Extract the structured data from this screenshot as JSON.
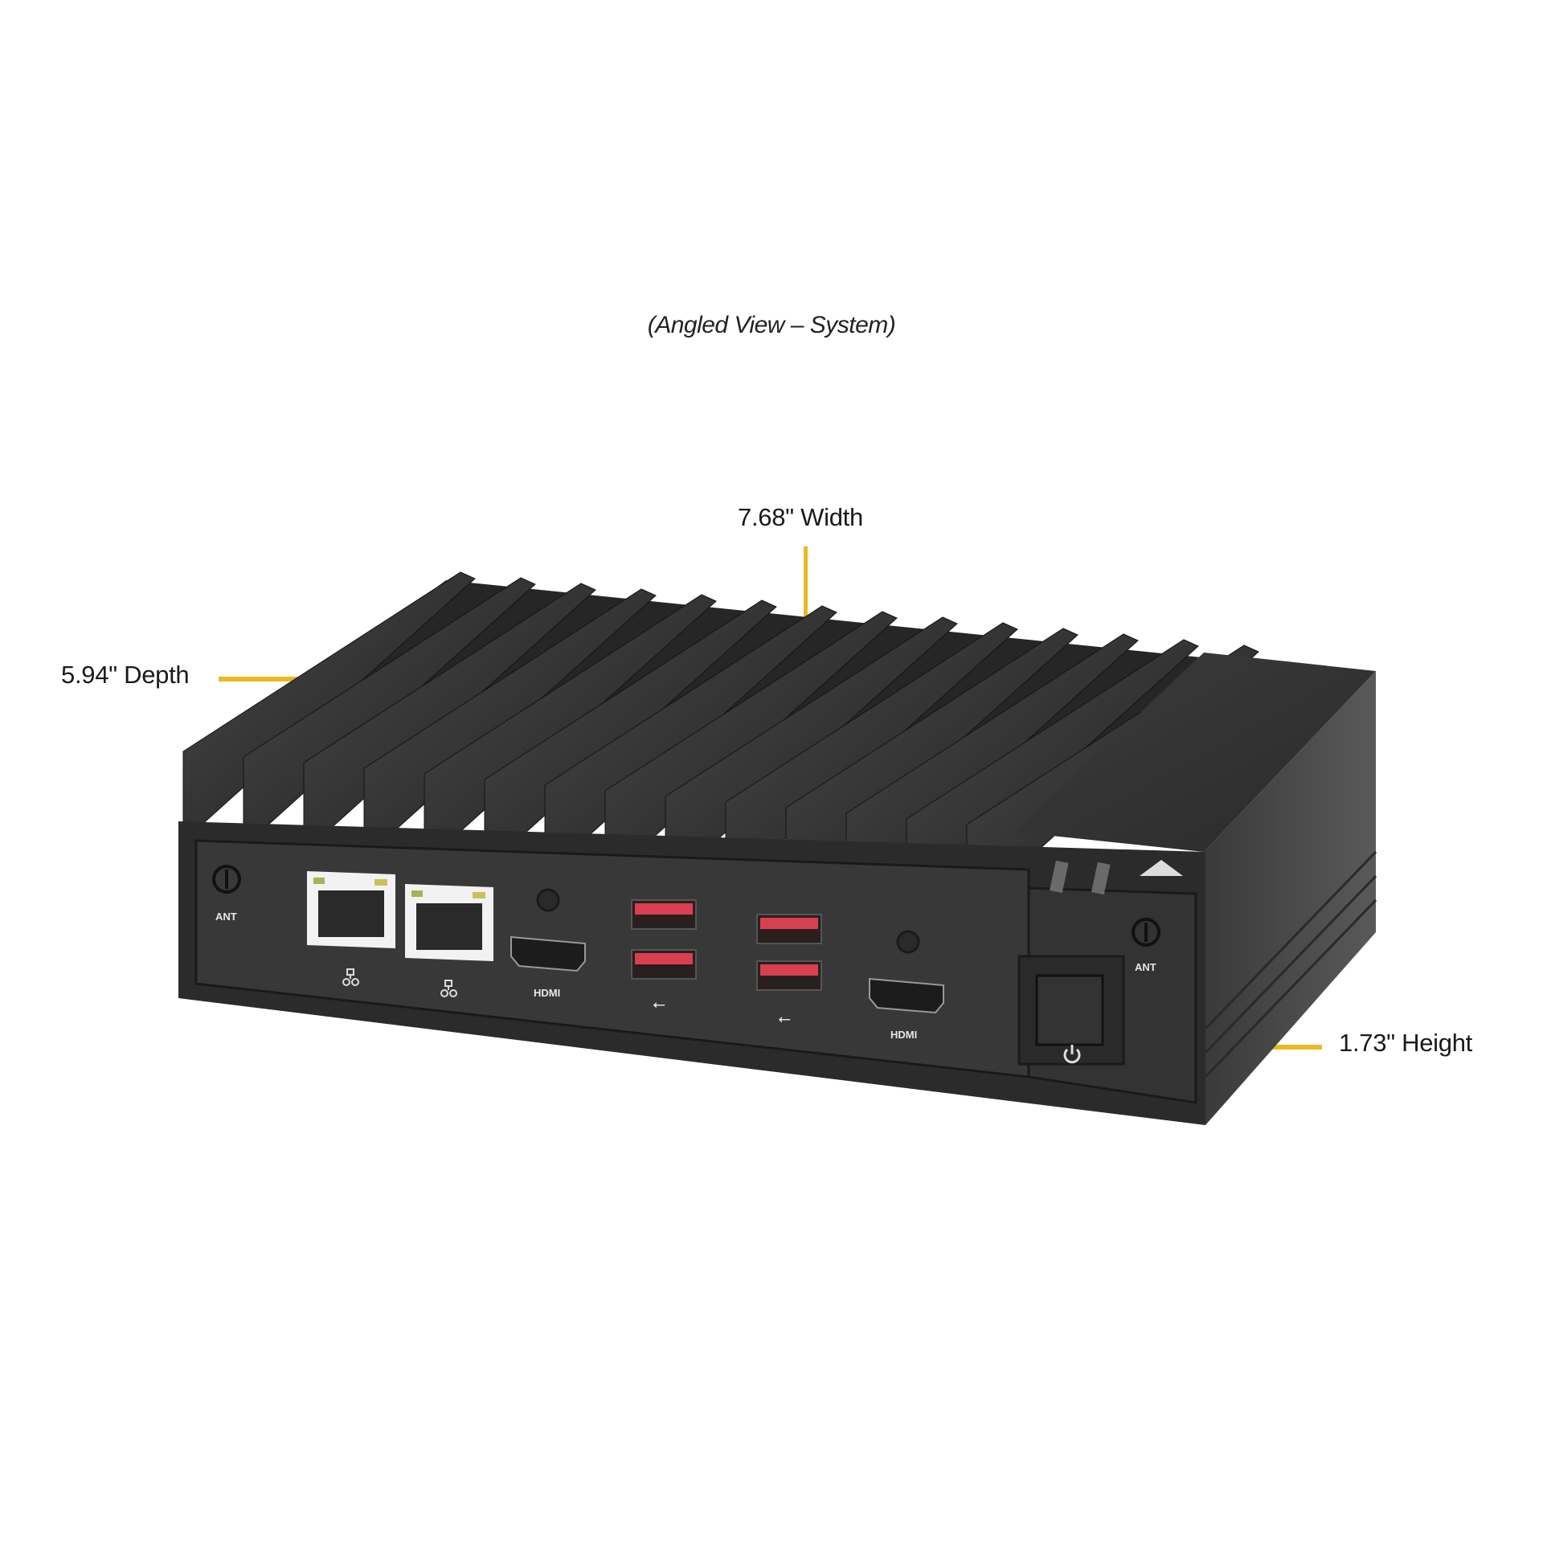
{
  "diagram": {
    "caption": "(Angled View – System)",
    "dimensions": {
      "width": "7.68\" Width",
      "depth": "5.94\" Depth",
      "height": "1.73\" Height"
    },
    "leader_color": "#e8b923",
    "device": {
      "body_color": "#2f2f2f",
      "heatsink_fin_count": 14,
      "front_panel": {
        "ports": [
          {
            "type": "antenna",
            "label": "ANT"
          },
          {
            "type": "lan",
            "label": "",
            "icon": "network-icon"
          },
          {
            "type": "lan",
            "label": "",
            "icon": "network-icon"
          },
          {
            "type": "hdmi",
            "label": "HDMI"
          },
          {
            "type": "usb-stack",
            "label": "",
            "icon": "usb-icon",
            "color": "#d8404f"
          },
          {
            "type": "usb-stack",
            "label": "",
            "icon": "usb-icon",
            "color": "#d8404f"
          },
          {
            "type": "hdmi",
            "label": "HDMI"
          },
          {
            "type": "power-button",
            "label": "",
            "icon": "power-icon"
          },
          {
            "type": "antenna",
            "label": "ANT"
          }
        ],
        "labels": {
          "ant_left": "ANT",
          "ant_right": "ANT",
          "hdmi_left": "HDMI",
          "hdmi_right": "HDMI"
        }
      }
    }
  }
}
